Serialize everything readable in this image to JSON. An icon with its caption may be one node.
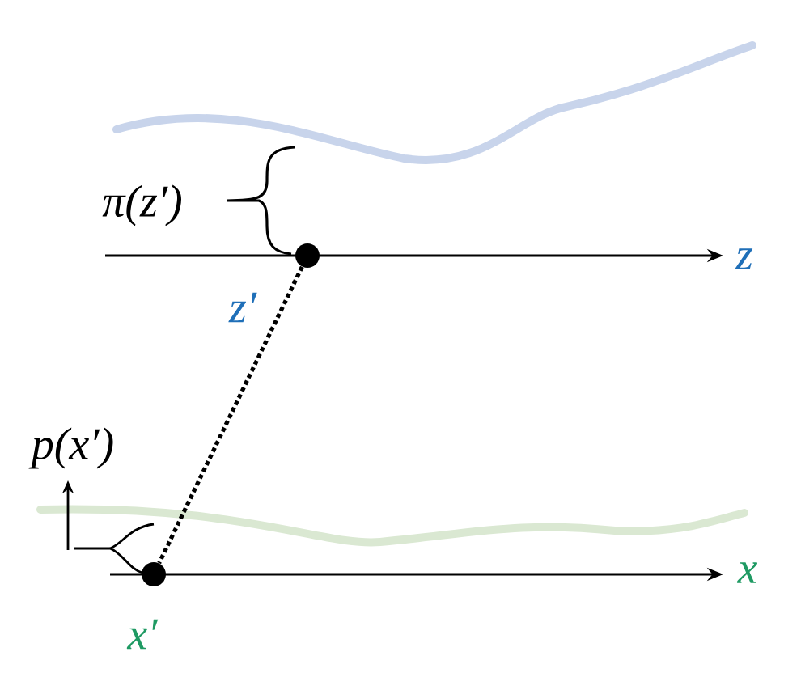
{
  "diagram": {
    "nodes": [
      {
        "text": [],
        "shape": "circle",
        "beside": [
          "z′"
        ]
      },
      {
        "text": [],
        "shape": "circle",
        "beside": [
          "x′"
        ]
      }
    ],
    "edges": [
      {
        "from": 0,
        "to": 1,
        "arrow": "none",
        "style": "dashed"
      }
    ],
    "labels": [
      "π(z′)",
      "z",
      "p(x′)",
      "x"
    ]
  }
}
